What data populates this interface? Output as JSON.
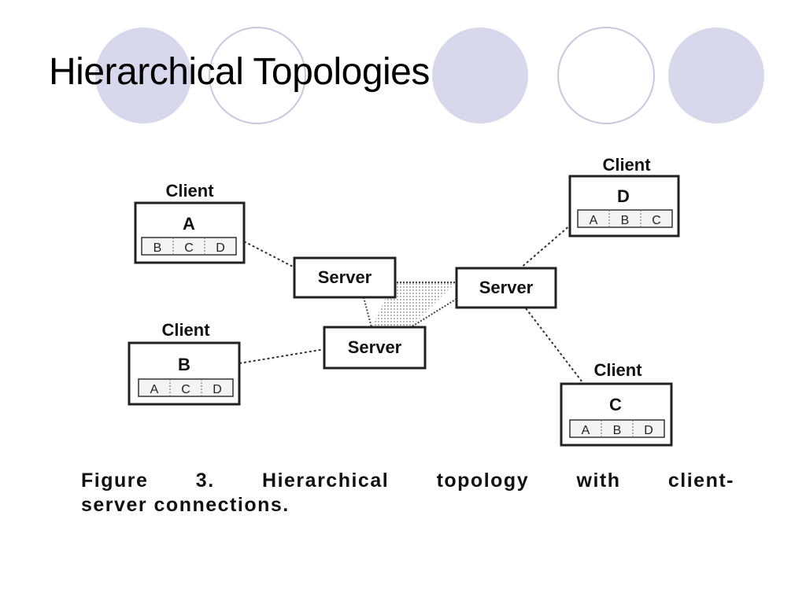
{
  "title": "Hierarchical Topologies",
  "diagram": {
    "clients": [
      {
        "caption": "Client",
        "id": "A",
        "slots": [
          "B",
          "C",
          "D"
        ]
      },
      {
        "caption": "Client",
        "id": "B",
        "slots": [
          "A",
          "C",
          "D"
        ]
      },
      {
        "caption": "Client",
        "id": "C",
        "slots": [
          "A",
          "B",
          "D"
        ]
      },
      {
        "caption": "Client",
        "id": "D",
        "slots": [
          "A",
          "B",
          "C"
        ]
      }
    ],
    "servers": [
      "Server",
      "Server",
      "Server"
    ]
  },
  "caption": {
    "line1": "Figure 3. Hierarchical topology with client-",
    "line2": "server connections."
  },
  "colors": {
    "circle_fill": "#d8d8ec",
    "circle_stroke": "#c4c4de",
    "line": "#333333",
    "shade": "#cfcfcf"
  }
}
